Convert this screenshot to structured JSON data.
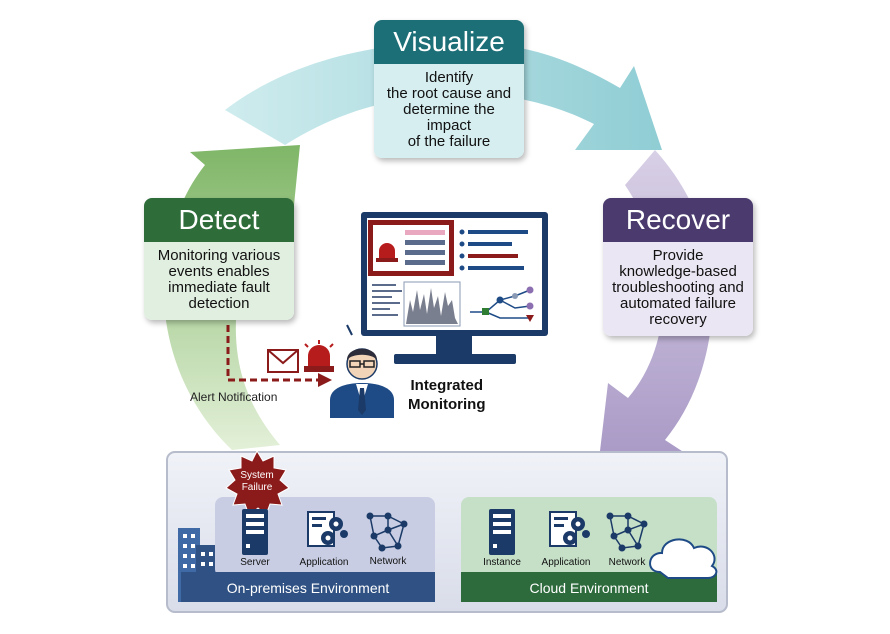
{
  "colors": {
    "visualize": "#1d6f77",
    "detect": "#2e6c3a",
    "recover": "#4a3a6d",
    "alert_red": "#8b1a1a",
    "onprem_band": "#2f5183",
    "cloud_band": "#2d6b3c",
    "monitor_frame": "#1b3a67"
  },
  "stages": {
    "visualize": {
      "title": "Visualize",
      "lines": [
        "Identify",
        "the root cause and",
        "determine the impact",
        "of the failure"
      ]
    },
    "detect": {
      "title": "Detect",
      "lines": [
        "Monitoring various",
        "events enables",
        "immediate fault",
        "detection"
      ]
    },
    "recover": {
      "title": "Recover",
      "lines": [
        "Provide",
        "knowledge-based",
        "troubleshooting and",
        "automated failure",
        "recovery"
      ]
    }
  },
  "alert": {
    "label": "Alert Notification",
    "icons": [
      "envelope-icon",
      "alarm-light-icon",
      "operator-icon"
    ]
  },
  "monitor": {
    "lines": [
      "Integrated",
      "Monitoring"
    ]
  },
  "failure": {
    "lines": [
      "System",
      "Failure"
    ]
  },
  "environments": {
    "onprem": {
      "label": "On-premises Environment",
      "items": [
        "Server",
        "Application",
        "Network"
      ]
    },
    "cloud": {
      "label": "Cloud Environment",
      "items": [
        "Instance",
        "Application",
        "Network"
      ]
    }
  }
}
